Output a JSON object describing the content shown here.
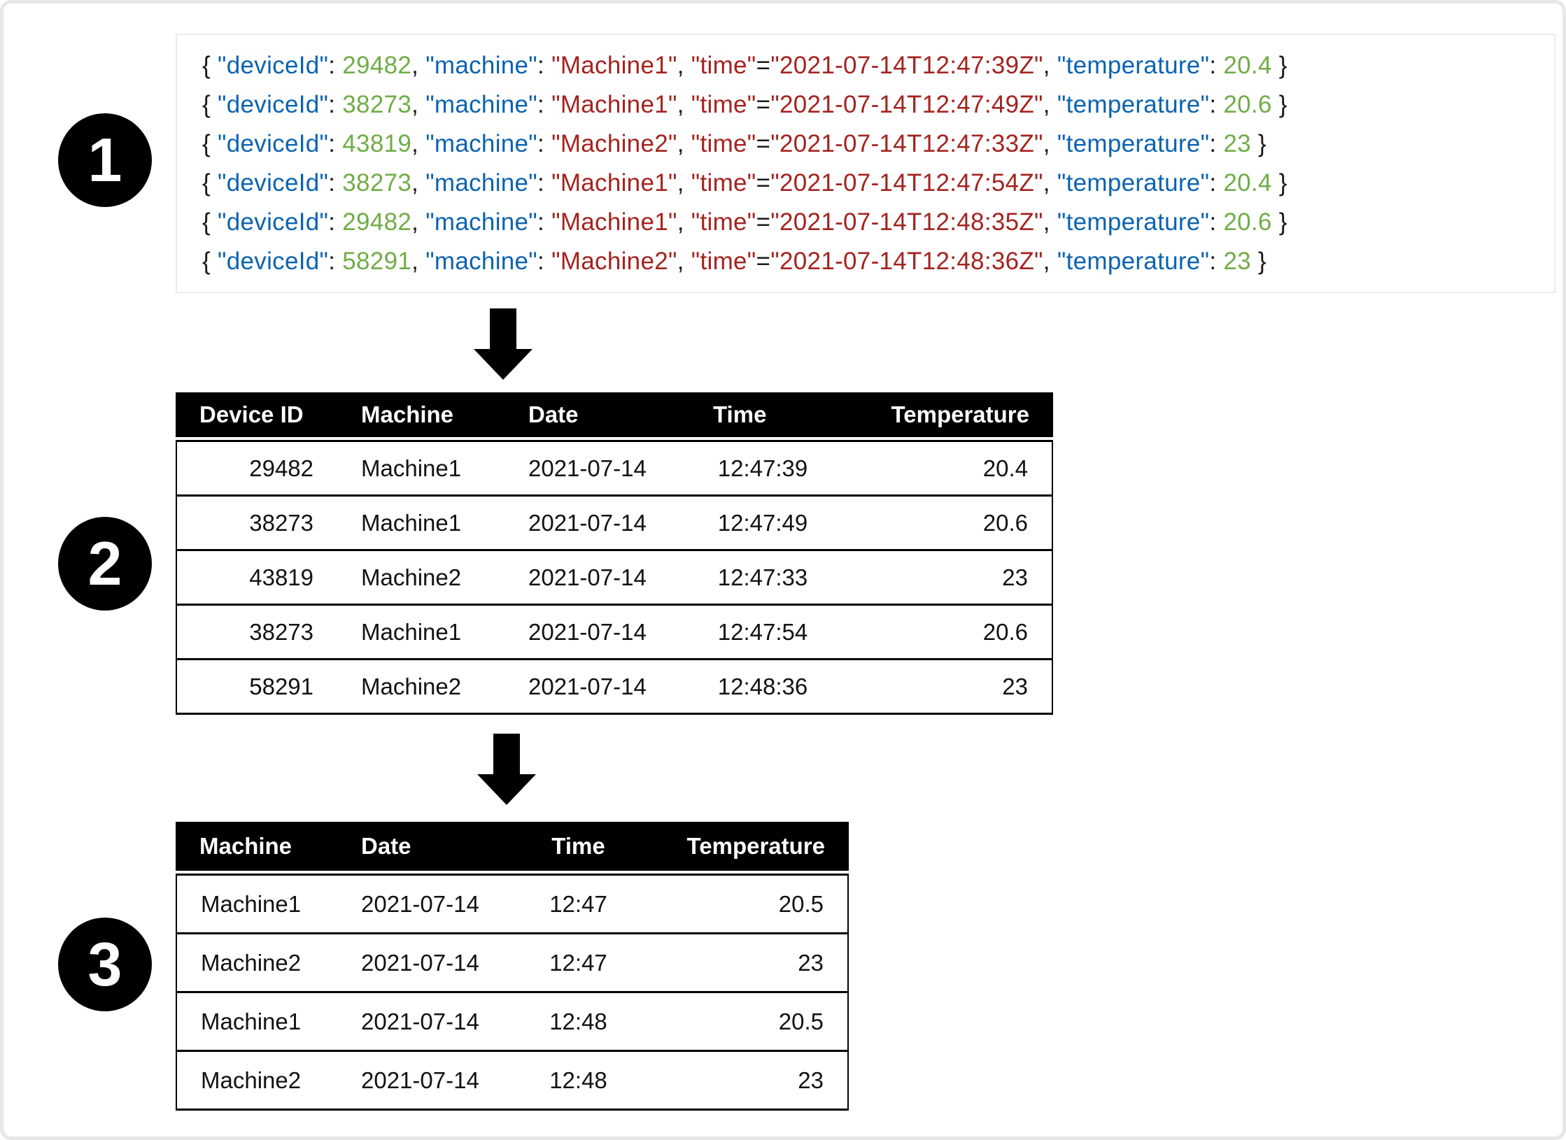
{
  "colors": {
    "key": "#0b63b1",
    "number": "#70ad47",
    "string": "#a4231f",
    "plain": "#1a1a1a",
    "table_header_bg": "#000000",
    "table_header_fg": "#ffffff",
    "badge_bg": "#000000",
    "badge_fg": "#ffffff",
    "arrow": "#000000",
    "frame_border": "#e7e7e7",
    "code_border": "#ebebeb"
  },
  "badges": [
    {
      "label": "1"
    },
    {
      "label": "2"
    },
    {
      "label": "3"
    }
  ],
  "code_lines": [
    {
      "segments": [
        {
          "c": "plain",
          "t": "{ "
        },
        {
          "c": "key",
          "t": "\"deviceId\""
        },
        {
          "c": "plain",
          "t": ": "
        },
        {
          "c": "num",
          "t": "29482"
        },
        {
          "c": "plain",
          "t": ", "
        },
        {
          "c": "key",
          "t": "\"machine\""
        },
        {
          "c": "plain",
          "t": ": "
        },
        {
          "c": "str",
          "t": "\"Machine1\""
        },
        {
          "c": "plain",
          "t": ", "
        },
        {
          "c": "str",
          "t": "\"time\""
        },
        {
          "c": "plain",
          "t": "="
        },
        {
          "c": "str",
          "t": "\"2021-07-14T12:47:39Z\""
        },
        {
          "c": "plain",
          "t": ", "
        },
        {
          "c": "key",
          "t": "\"temperature\""
        },
        {
          "c": "plain",
          "t": ": "
        },
        {
          "c": "num",
          "t": "20.4"
        },
        {
          "c": "plain",
          "t": " }"
        }
      ]
    },
    {
      "segments": [
        {
          "c": "plain",
          "t": "{ "
        },
        {
          "c": "key",
          "t": "\"deviceId\""
        },
        {
          "c": "plain",
          "t": ": "
        },
        {
          "c": "num",
          "t": "38273"
        },
        {
          "c": "plain",
          "t": ", "
        },
        {
          "c": "key",
          "t": "\"machine\""
        },
        {
          "c": "plain",
          "t": ": "
        },
        {
          "c": "str",
          "t": "\"Machine1\""
        },
        {
          "c": "plain",
          "t": ", "
        },
        {
          "c": "str",
          "t": "\"time\""
        },
        {
          "c": "plain",
          "t": "="
        },
        {
          "c": "str",
          "t": "\"2021-07-14T12:47:49Z\""
        },
        {
          "c": "plain",
          "t": ", "
        },
        {
          "c": "key",
          "t": "\"temperature\""
        },
        {
          "c": "plain",
          "t": ": "
        },
        {
          "c": "num",
          "t": "20.6"
        },
        {
          "c": "plain",
          "t": " }"
        }
      ]
    },
    {
      "segments": [
        {
          "c": "plain",
          "t": "{ "
        },
        {
          "c": "key",
          "t": "\"deviceId\""
        },
        {
          "c": "plain",
          "t": ": "
        },
        {
          "c": "num",
          "t": "43819"
        },
        {
          "c": "plain",
          "t": ", "
        },
        {
          "c": "key",
          "t": "\"machine\""
        },
        {
          "c": "plain",
          "t": ": "
        },
        {
          "c": "str",
          "t": "\"Machine2\""
        },
        {
          "c": "plain",
          "t": ", "
        },
        {
          "c": "str",
          "t": "\"time\""
        },
        {
          "c": "plain",
          "t": "="
        },
        {
          "c": "str",
          "t": "\"2021-07-14T12:47:33Z\""
        },
        {
          "c": "plain",
          "t": ", "
        },
        {
          "c": "key",
          "t": "\"temperature\""
        },
        {
          "c": "plain",
          "t": ": "
        },
        {
          "c": "num",
          "t": "23"
        },
        {
          "c": "plain",
          "t": " }"
        }
      ]
    },
    {
      "segments": [
        {
          "c": "plain",
          "t": "{ "
        },
        {
          "c": "key",
          "t": "\"deviceId\""
        },
        {
          "c": "plain",
          "t": ": "
        },
        {
          "c": "num",
          "t": "38273"
        },
        {
          "c": "plain",
          "t": ", "
        },
        {
          "c": "key",
          "t": "\"machine\""
        },
        {
          "c": "plain",
          "t": ": "
        },
        {
          "c": "str",
          "t": "\"Machine1\""
        },
        {
          "c": "plain",
          "t": ", "
        },
        {
          "c": "str",
          "t": "\"time\""
        },
        {
          "c": "plain",
          "t": "="
        },
        {
          "c": "str",
          "t": "\"2021-07-14T12:47:54Z\""
        },
        {
          "c": "plain",
          "t": ", "
        },
        {
          "c": "key",
          "t": "\"temperature\""
        },
        {
          "c": "plain",
          "t": ": "
        },
        {
          "c": "num",
          "t": "20.4"
        },
        {
          "c": "plain",
          "t": " }"
        }
      ]
    },
    {
      "segments": [
        {
          "c": "plain",
          "t": "{ "
        },
        {
          "c": "key",
          "t": "\"deviceId\""
        },
        {
          "c": "plain",
          "t": ": "
        },
        {
          "c": "num",
          "t": "29482"
        },
        {
          "c": "plain",
          "t": ", "
        },
        {
          "c": "key",
          "t": "\"machine\""
        },
        {
          "c": "plain",
          "t": ": "
        },
        {
          "c": "str",
          "t": "\"Machine1\""
        },
        {
          "c": "plain",
          "t": ", "
        },
        {
          "c": "str",
          "t": "\"time\""
        },
        {
          "c": "plain",
          "t": "="
        },
        {
          "c": "str",
          "t": "\"2021-07-14T12:48:35Z\""
        },
        {
          "c": "plain",
          "t": ", "
        },
        {
          "c": "key",
          "t": "\"temperature\""
        },
        {
          "c": "plain",
          "t": ": "
        },
        {
          "c": "num",
          "t": "20.6"
        },
        {
          "c": "plain",
          "t": " }"
        }
      ]
    },
    {
      "segments": [
        {
          "c": "plain",
          "t": "{ "
        },
        {
          "c": "key",
          "t": "\"deviceId\""
        },
        {
          "c": "plain",
          "t": ": "
        },
        {
          "c": "num",
          "t": "58291"
        },
        {
          "c": "plain",
          "t": ", "
        },
        {
          "c": "key",
          "t": "\"machine\""
        },
        {
          "c": "plain",
          "t": ": "
        },
        {
          "c": "str",
          "t": "\"Machine2\""
        },
        {
          "c": "plain",
          "t": ", "
        },
        {
          "c": "str",
          "t": "\"time\""
        },
        {
          "c": "plain",
          "t": "="
        },
        {
          "c": "str",
          "t": "\"2021-07-14T12:48:36Z\""
        },
        {
          "c": "plain",
          "t": ", "
        },
        {
          "c": "key",
          "t": "\"temperature\""
        },
        {
          "c": "plain",
          "t": ": "
        },
        {
          "c": "num",
          "t": "23"
        },
        {
          "c": "plain",
          "t": " }"
        }
      ]
    }
  ],
  "events_table": {
    "headers": [
      "Device ID",
      "Machine",
      "Date",
      "Time",
      "Temperature"
    ],
    "rows": [
      [
        "29482",
        "Machine1",
        "2021-07-14",
        "12:47:39",
        "20.4"
      ],
      [
        "38273",
        "Machine1",
        "2021-07-14",
        "12:47:49",
        "20.6"
      ],
      [
        "43819",
        "Machine2",
        "2021-07-14",
        "12:47:33",
        "23"
      ],
      [
        "38273",
        "Machine1",
        "2021-07-14",
        "12:47:54",
        "20.6"
      ],
      [
        "58291",
        "Machine2",
        "2021-07-14",
        "12:48:36",
        "23"
      ]
    ]
  },
  "aggregated_table": {
    "headers": [
      "Machine",
      "Date",
      "Time",
      "Temperature"
    ],
    "rows": [
      [
        "Machine1",
        "2021-07-14",
        "12:47",
        "20.5"
      ],
      [
        "Machine2",
        "2021-07-14",
        "12:47",
        "23"
      ],
      [
        "Machine1",
        "2021-07-14",
        "12:48",
        "20.5"
      ],
      [
        "Machine2",
        "2021-07-14",
        "12:48",
        "23"
      ]
    ]
  }
}
